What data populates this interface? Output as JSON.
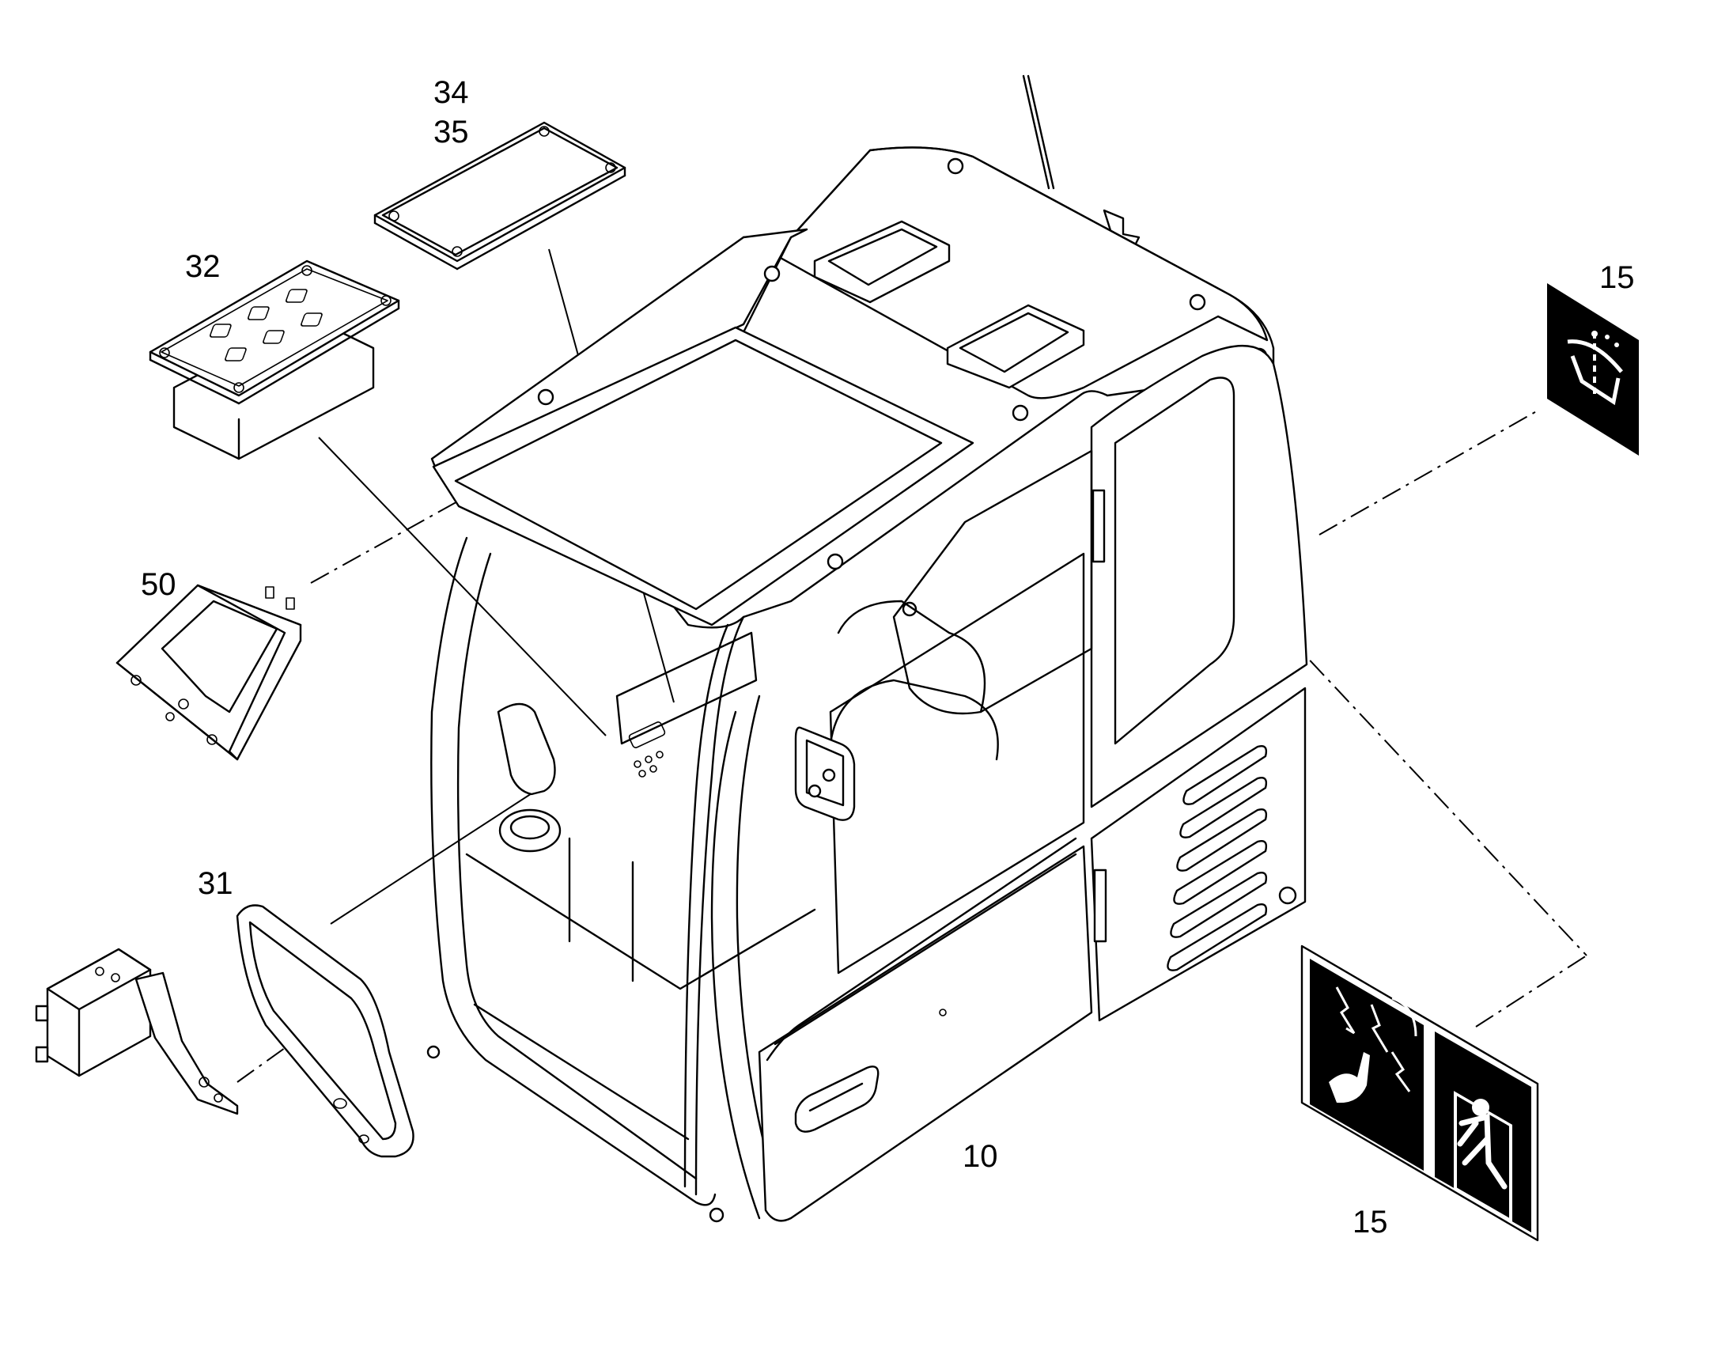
{
  "callouts": {
    "cab": "10",
    "decal_wiper": "15",
    "decal_pair": "15",
    "mirror": "31",
    "switch_panel": "32",
    "cover_plate_a": "34",
    "cover_plate_b": "35",
    "holder": "50"
  },
  "icons": {
    "decal_wiper": "wiper-washer-icon",
    "decal_shock": "electric-shock-hazard-icon",
    "decal_exit": "emergency-exit-icon"
  },
  "colors": {
    "line": "#000000",
    "background": "#ffffff"
  }
}
